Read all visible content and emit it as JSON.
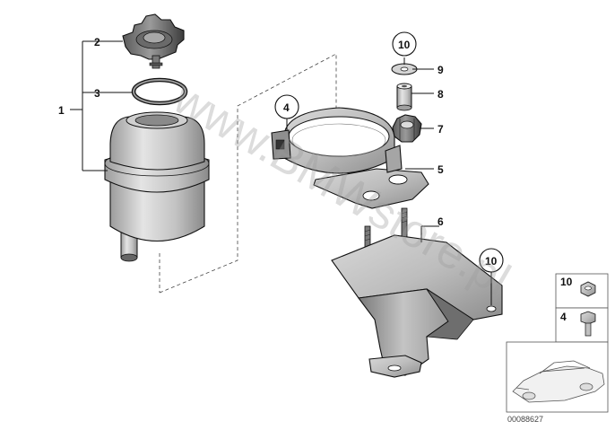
{
  "labels": {
    "l1": "1",
    "l2": "2",
    "l3": "3",
    "l4": "4",
    "l5": "5",
    "l6": "6",
    "l7": "7",
    "l8": "8",
    "l9": "9",
    "l10_top": "10",
    "l10_mid": "10"
  },
  "legend": {
    "n10": "10",
    "n4": "4"
  },
  "watermark": "www.BMWstore.pl",
  "image_number": "00088627"
}
